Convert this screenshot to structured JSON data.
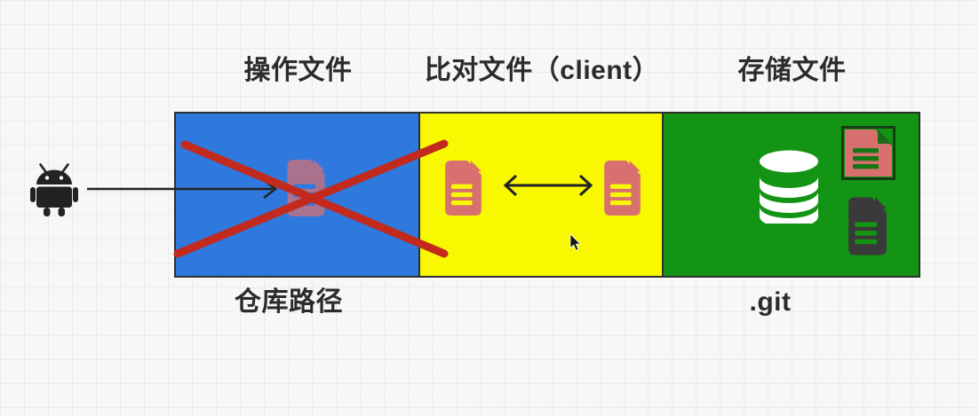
{
  "labels": {
    "operate_files": "操作文件",
    "compare_files": "比对文件（client）",
    "store_files": "存储文件",
    "repo_path": "仓库路径",
    "git_folder": ".git"
  },
  "colors": {
    "bg": "#f7f7f8",
    "grid_line": "#ebebee",
    "panel_blue": "#2e78de",
    "panel_yellow": "#f8f900",
    "panel_green": "#149414",
    "panel_border": "#2f2f2f",
    "cross_red": "#c32a1e",
    "file_salmon": "#d97070",
    "file_dark": "#3a3a3a",
    "db_white": "#ffffff",
    "ink_black": "#222222",
    "text_dark": "#2b2b2b",
    "tile_border": "#163c16",
    "tile_fold": "#1c6b1c",
    "tile_lines": "#157815",
    "cursor_black": "#111111"
  },
  "icons": {
    "android": "android-robot-icon",
    "input_arrow": "right-arrow-icon",
    "crossed_file": "file-document-icon",
    "red_cross": "red-cross-icon",
    "compare_left_file": "file-document-icon",
    "compare_arrow": "double-headed-arrow-icon",
    "compare_right_file": "file-document-icon",
    "database": "database-icon",
    "stored_file_red_tile": "file-document-tile-icon",
    "stored_file_dark": "file-document-icon",
    "pointer": "mouse-cursor-icon"
  }
}
